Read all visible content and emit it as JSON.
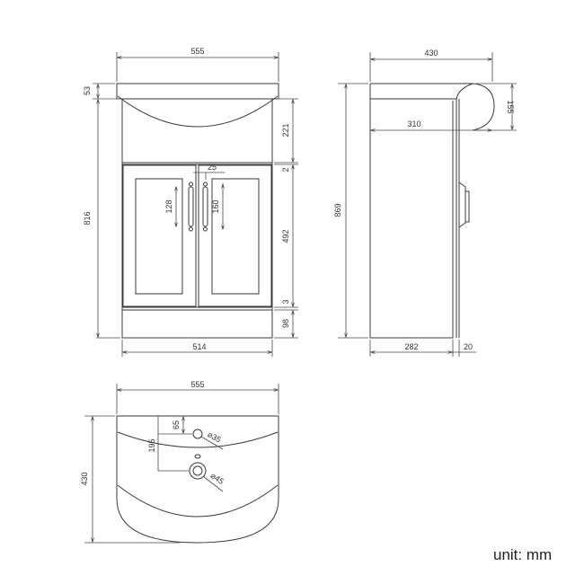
{
  "front_view": {
    "top_width": "555",
    "basin_lip": "53",
    "overall_height": "816",
    "basin_height": "221",
    "top_gap": "2",
    "door_height": "492",
    "bottom_gap": "3",
    "plinth_height": "98",
    "cabinet_width": "514",
    "handle_spacing": "25",
    "left_handle": "128",
    "right_handle": "160"
  },
  "side_view": {
    "depth": "430",
    "bowl_drop": "155",
    "inner_depth": "310",
    "overall_height": "869",
    "cabinet_depth": "282",
    "door_thickness": "20"
  },
  "top_view": {
    "width": "555",
    "depth": "430",
    "tap_offset": "65",
    "waste_offset": "195",
    "tap_hole": "⌀35",
    "waste_hole": "⌀45"
  },
  "footer": {
    "unit_label": "unit: mm"
  }
}
